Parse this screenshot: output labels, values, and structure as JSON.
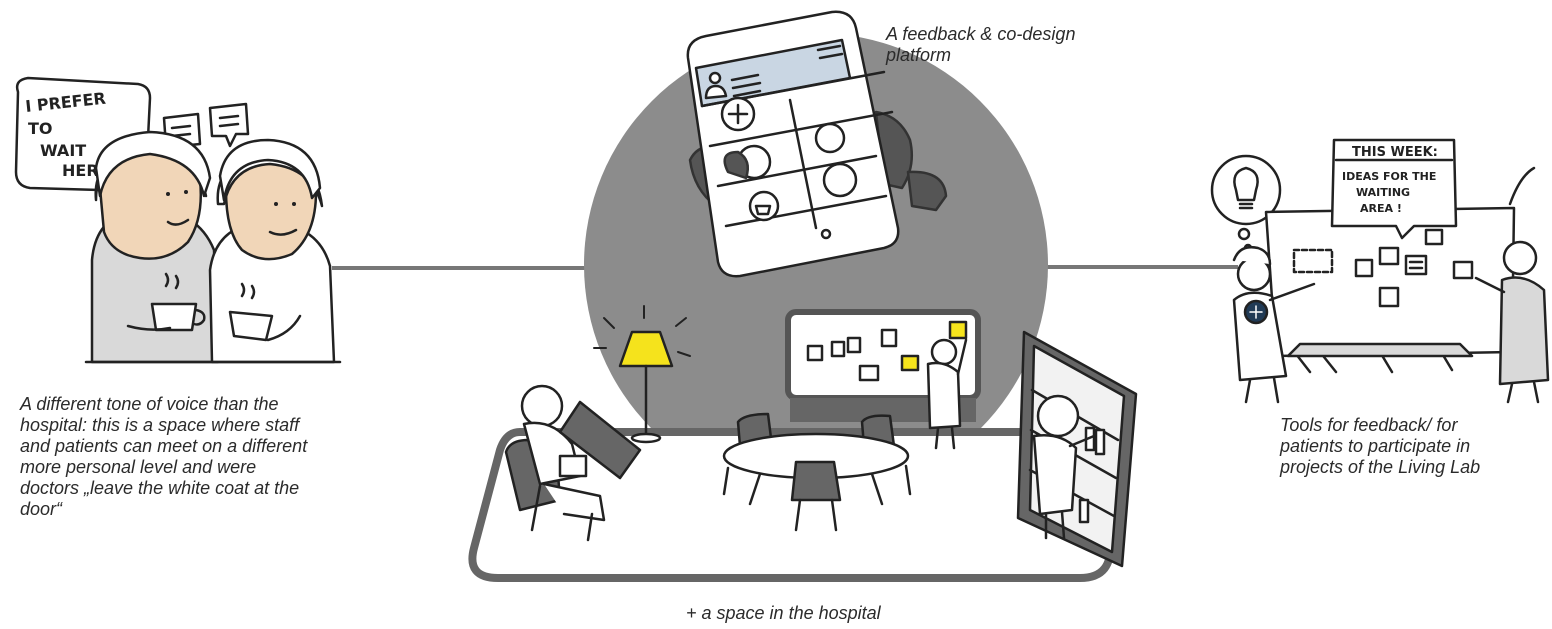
{
  "captions": {
    "left": "A different tone of voice than the\nhospital: this is a space where staff\nand patients can meet on a different\nmore personal level and were\ndoctors „leave the white coat at the\ndoor“",
    "top": "A feedback & co-design\nplatform",
    "right": "Tools for feedback/ for\npatients to participate in\nprojects of the Living Lab",
    "bottom": "+ a space in the hospital"
  },
  "speech_bubble": {
    "lines": [
      "I PREFER",
      "TO",
      "WAIT",
      "HERE"
    ]
  },
  "board": {
    "title": "THIS WEEK:",
    "lines": [
      "IDEAS FOR THE",
      "WAITING",
      "AREA !"
    ]
  },
  "colors": {
    "circle": "#8c8c8c",
    "line": "#777777",
    "accent": "#f5e31c",
    "fill_gray": "#d9d9d9",
    "skin": "#f1d6b8",
    "ink": "#222222"
  }
}
